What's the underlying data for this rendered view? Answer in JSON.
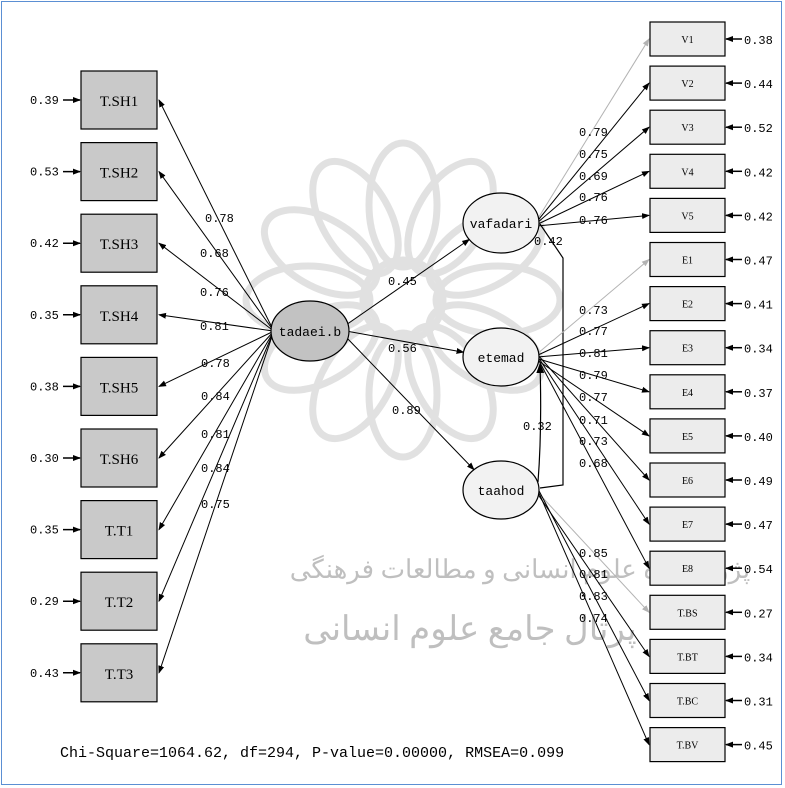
{
  "watermark": {
    "line1": "پژوهشگاه علوم انسانی و مطالعات فرهنگی",
    "line2": "پرتال جامع علوم انسانی"
  },
  "fit_statistics": "Chi-Square=1064.62, df=294, P-value=0.00000, RMSEA=0.099",
  "colors": {
    "box_fill": "#c9c9c9",
    "right_box_fill": "#ececec",
    "ellipse_fill": "#c2c2c2",
    "ellipse_light_fill": "#f2f2f2",
    "frame_border": "#5b8fd3",
    "line": "#000000",
    "faint_line": "#b3b3b3"
  },
  "latent": {
    "tadaei": {
      "label": "tadaei.b"
    },
    "vafadari": {
      "label": "vafadari"
    },
    "etemad": {
      "label": "etemad"
    },
    "taahod": {
      "label": "taahod"
    }
  },
  "structural_paths": [
    {
      "from": "tadaei",
      "to": "vafadari",
      "value": "0.45"
    },
    {
      "from": "tadaei",
      "to": "etemad",
      "value": "0.56"
    },
    {
      "from": "tadaei",
      "to": "taahod",
      "value": "0.89"
    }
  ],
  "covariances": [
    {
      "between": [
        "vafadari",
        "taahod"
      ],
      "value": "0.42"
    },
    {
      "between": [
        "etemad",
        "taahod"
      ],
      "value": "0.32"
    }
  ],
  "left_indicators": [
    {
      "label": "T.SH1",
      "error": "0.39",
      "loading": "0.78"
    },
    {
      "label": "T.SH2",
      "error": "0.53",
      "loading": "0.68"
    },
    {
      "label": "T.SH3",
      "error": "0.42",
      "loading": "0.76"
    },
    {
      "label": "T.SH4",
      "error": "0.35",
      "loading": "0.81"
    },
    {
      "label": "T.SH5",
      "error": "0.38",
      "loading": "0.78"
    },
    {
      "label": "T.SH6",
      "error": "0.30",
      "loading": "0.84"
    },
    {
      "label": "T.T1",
      "error": "0.35",
      "loading": "0.81"
    },
    {
      "label": "T.T2",
      "error": "0.29",
      "loading": "0.84"
    },
    {
      "label": "T.T3",
      "error": "0.43",
      "loading": "0.75"
    }
  ],
  "right_indicators": [
    {
      "label": "V1",
      "error": "0.38",
      "loading": "",
      "factor": "vafadari",
      "faint": true
    },
    {
      "label": "V2",
      "error": "0.44",
      "loading": "0.79",
      "factor": "vafadari"
    },
    {
      "label": "V3",
      "error": "0.52",
      "loading": "0.75",
      "factor": "vafadari"
    },
    {
      "label": "V4",
      "error": "0.42",
      "loading": "0.69",
      "factor": "vafadari"
    },
    {
      "label": "V5",
      "error": "0.42",
      "loading": "0.76",
      "factor": "vafadari"
    },
    {
      "label": "E1",
      "error": "0.47",
      "loading": "0.76",
      "factor": "etemad",
      "faint": true
    },
    {
      "label": "E2",
      "error": "0.41",
      "loading": "0.73",
      "factor": "etemad"
    },
    {
      "label": "E3",
      "error": "0.34",
      "loading": "0.77",
      "factor": "etemad"
    },
    {
      "label": "E4",
      "error": "0.37",
      "loading": "0.81",
      "factor": "etemad"
    },
    {
      "label": "E5",
      "error": "0.40",
      "loading": "0.79",
      "factor": "etemad"
    },
    {
      "label": "E6",
      "error": "0.49",
      "loading": "0.77",
      "factor": "etemad"
    },
    {
      "label": "E7",
      "error": "0.47",
      "loading": "0.71",
      "factor": "etemad"
    },
    {
      "label": "E8",
      "error": "0.54",
      "loading": "0.73",
      "factor": "etemad"
    },
    {
      "label": "T.BS",
      "error": "0.27",
      "loading": "0.68",
      "factor": "taahod",
      "faint": true
    },
    {
      "label": "T.BT",
      "error": "0.34",
      "loading": "0.85",
      "factor": "taahod"
    },
    {
      "label": "T.BC",
      "error": "0.31",
      "loading": "0.81",
      "factor": "taahod"
    },
    {
      "label": "T.BV",
      "error": "0.45",
      "loading": "0.83",
      "factor": "taahod"
    }
  ],
  "extra_loading_labels": [
    "0.74"
  ]
}
